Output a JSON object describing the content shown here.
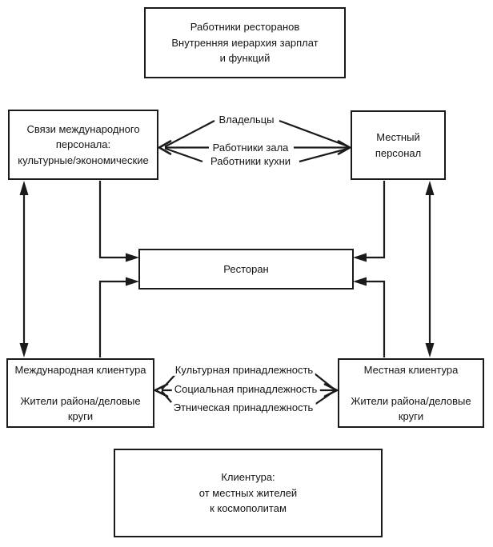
{
  "diagram": {
    "boxes": {
      "staff_note": {
        "text": "Работники ресторанов\nВнутренняя иерархия зарплат\nи функций"
      },
      "intl_staff": {
        "text": "Связи международного\nперсонала:\nкультурные/экономические"
      },
      "local_staff": {
        "text": "Местный\nперсонал"
      },
      "restaurant": {
        "text": "Ресторан"
      },
      "intl_clientele": {
        "text": "Международная клиентура\n\nЖители района/деловые круги"
      },
      "local_clientele": {
        "text": "Местная клиентура\n\nЖители района/деловые круги"
      },
      "clientele_note": {
        "text": "Клиентура:\nот местных жителей\nк космополитам"
      }
    },
    "staff_links": [
      "Владельцы",
      "Работники зала",
      "Работники кухни"
    ],
    "clientele_links": [
      "Культурная принадлежность",
      "Социальная принадлежность",
      "Этническая принадлежность"
    ],
    "colors": {
      "line": "#1a1a1a",
      "background": "#ffffff",
      "text": "#141414"
    }
  }
}
